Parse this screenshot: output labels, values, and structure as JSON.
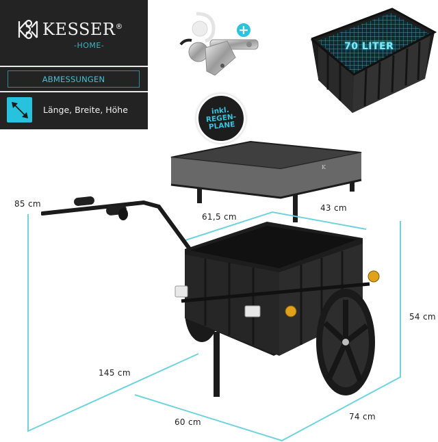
{
  "brand": {
    "name": "KESSER",
    "registered_mark": "®",
    "subtitle": "-HOME-"
  },
  "panel": {
    "section_title": "ABMESSUNGEN",
    "feature": {
      "icon": "diagonal-double-arrow-icon",
      "label": "Länge, Breite, Höhe"
    }
  },
  "accessories": {
    "coupling_plus": "+",
    "box_capacity": "70 LITER",
    "rain_cover_badge": {
      "line1": "inkl.",
      "line2": "REGEN-",
      "line3": "PLANE"
    }
  },
  "dimensions": {
    "total_height": "85 cm",
    "box_length": "61,5 cm",
    "box_width": "43 cm",
    "trailer_height": "54 cm",
    "total_length": "145 cm",
    "width": "60 cm",
    "length": "74 cm"
  },
  "colors": {
    "panel_bg": "#232323",
    "accent_cyan": "#27c2de",
    "section_border": "#2f8d98",
    "dimension_line": "#6fd3df",
    "reflector_amber": "#e0a21a"
  }
}
